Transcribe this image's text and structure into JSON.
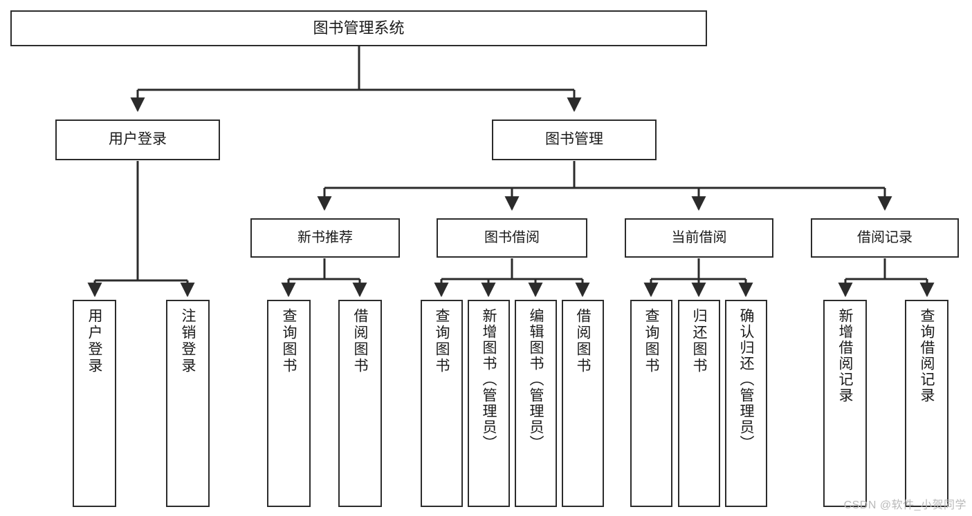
{
  "diagram": {
    "type": "tree-hierarchy-chart",
    "title": "图书管理系统",
    "colors": {
      "background": "#ffffff",
      "box_border": "#2b2b2b",
      "box_fill": "#ffffff",
      "connector": "#2b2b2b",
      "text": "#1a1a1a",
      "watermark": "#b9b9b9"
    },
    "root": {
      "label": "图书管理系统"
    },
    "level1": [
      {
        "label": "用户登录"
      },
      {
        "label": "图书管理"
      }
    ],
    "level2": [
      {
        "label": "新书推荐"
      },
      {
        "label": "图书借阅"
      },
      {
        "label": "当前借阅"
      },
      {
        "label": "借阅记录"
      }
    ],
    "leaves": {
      "user_login": [
        {
          "label": "用户登录"
        },
        {
          "label": "注销登录"
        }
      ],
      "new_book_recommend": [
        {
          "label": "查询图书"
        },
        {
          "label": "借阅图书"
        }
      ],
      "book_borrow": [
        {
          "label": "查询图书"
        },
        {
          "label": "新增图书（管理员）"
        },
        {
          "label": "编辑图书（管理员）"
        },
        {
          "label": "借阅图书"
        }
      ],
      "current_borrow": [
        {
          "label": "查询图书"
        },
        {
          "label": "归还图书"
        },
        {
          "label": "确认归还（管理员）"
        }
      ],
      "borrow_record": [
        {
          "label": "新增借阅记录"
        },
        {
          "label": "查询借阅记录"
        }
      ]
    },
    "watermark": "CSDN @软件_小贺同学"
  }
}
